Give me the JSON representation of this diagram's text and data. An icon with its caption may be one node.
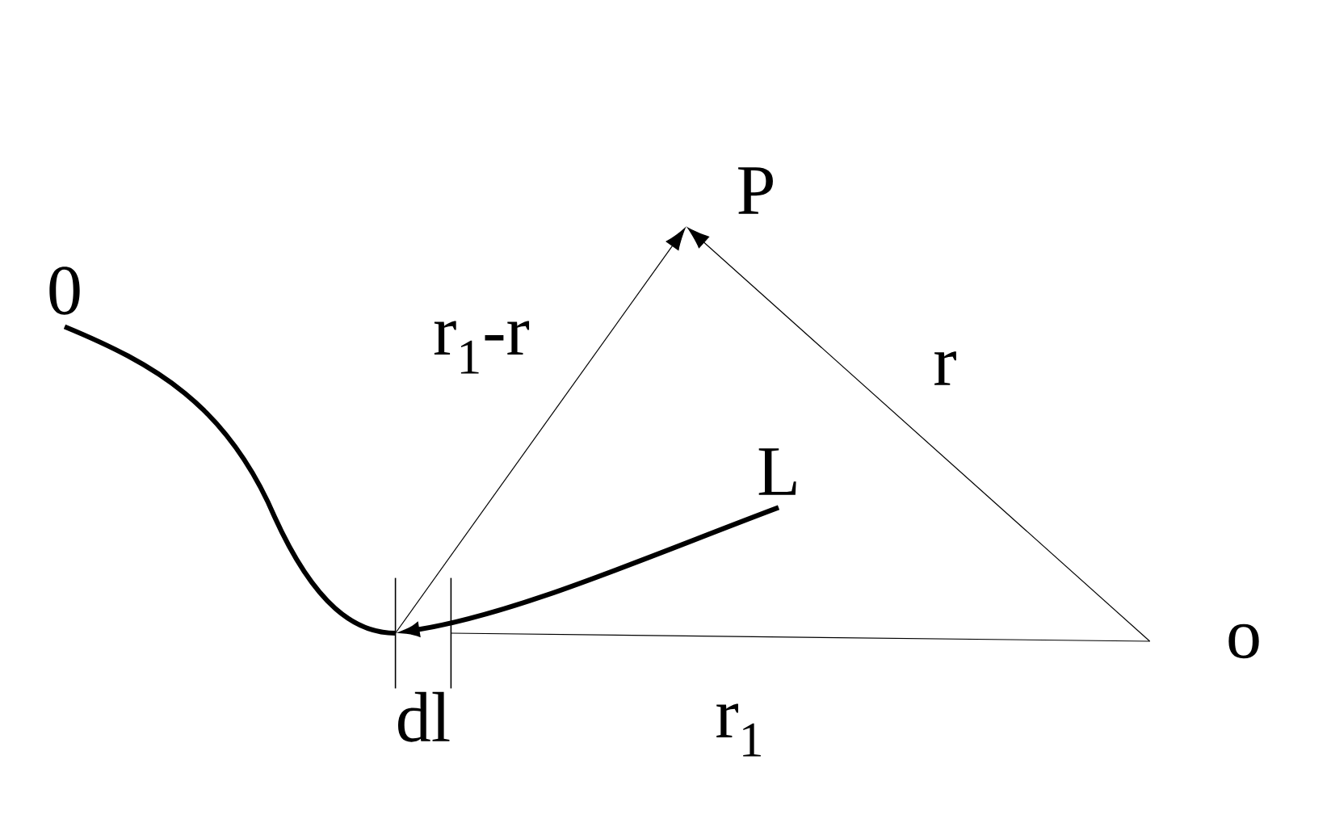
{
  "diagram": {
    "nodes": [
      {
        "text": [
          "P"
        ]
      },
      {
        "text": [
          "0"
        ]
      },
      {
        "text": [
          "L"
        ]
      },
      {
        "text": [
          "o"
        ]
      },
      {
        "text": [
          "dl"
        ]
      }
    ],
    "edges": [
      {
        "from": 4,
        "to": 0,
        "arrow": "to",
        "label": "r$_{1}$-r"
      },
      {
        "from": 3,
        "to": 0,
        "arrow": "to",
        "label": "r"
      },
      {
        "from": 3,
        "to": 4,
        "arrow": "none",
        "label": "r$_{1}$"
      },
      {
        "from": 1,
        "to": 4,
        "arrow": "none",
        "style": "thick"
      },
      {
        "from": 2,
        "to": 4,
        "arrow": "to",
        "style": "thick"
      }
    ]
  }
}
